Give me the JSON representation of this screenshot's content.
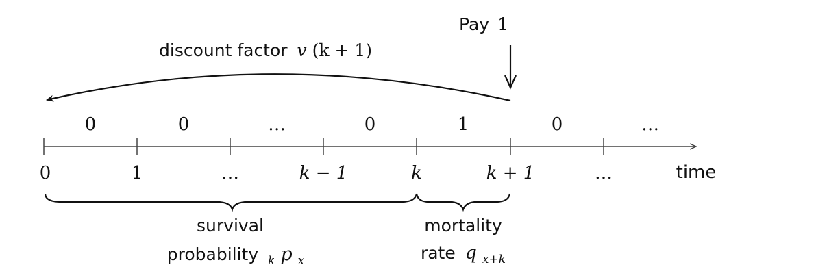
{
  "payment": {
    "label_word": "Pay",
    "label_amount": "1"
  },
  "discount": {
    "label_word": "discount factor",
    "label_symbol": "v",
    "label_arg": "(k + 1)"
  },
  "period_values": [
    "0",
    "0",
    "…",
    "0",
    "1",
    "0",
    "…"
  ],
  "tick_labels": [
    "0",
    "1",
    "…",
    "k − 1",
    "k",
    "k + 1",
    "…"
  ],
  "axis_label": "time",
  "survival": {
    "line1": "survival",
    "line2_word": "probability",
    "pre_sub": "k",
    "symbol": "p",
    "post_sub": "x"
  },
  "mortality": {
    "line1": "mortality",
    "line2_word": "rate",
    "symbol": "q",
    "sub": "x+k"
  },
  "colors": {
    "ink": "#111111",
    "axis": "#444444"
  }
}
